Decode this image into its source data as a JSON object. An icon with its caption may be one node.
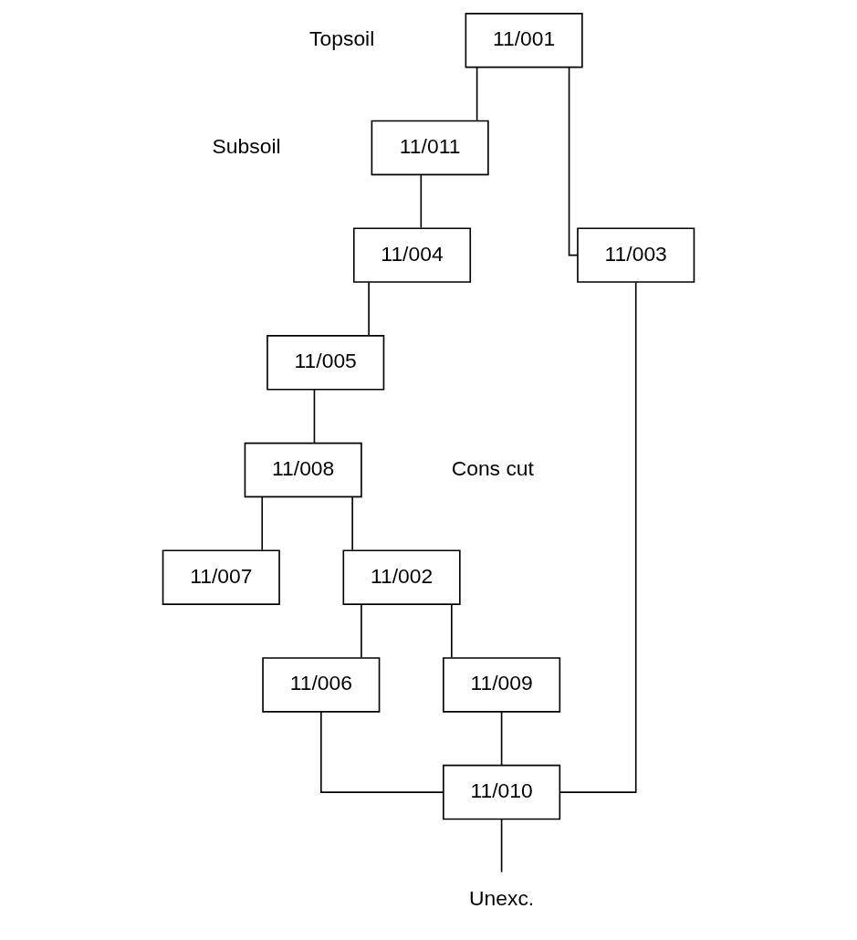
{
  "diagram": {
    "nodes": [
      {
        "text": [
          "11/001"
        ]
      },
      {
        "text": [
          "11/011"
        ]
      },
      {
        "text": [
          "11/004"
        ]
      },
      {
        "text": [
          "11/005"
        ]
      },
      {
        "text": [
          "11/008"
        ]
      },
      {
        "text": [
          "11/002"
        ]
      },
      {
        "text": [
          "11/009"
        ]
      },
      {
        "text": [
          "11/006"
        ]
      },
      {
        "text": [
          "11/003"
        ]
      },
      {
        "text": [
          "11/007"
        ]
      },
      {
        "text": [
          "11/010"
        ]
      },
      {
        "text": [
          "Unexc."
        ]
      }
    ],
    "edges": [
      {
        "from": 0,
        "to": 1,
        "arrow": "none"
      },
      {
        "from": 0,
        "to": 8,
        "arrow": "none"
      },
      {
        "from": 1,
        "to": 2,
        "arrow": "none"
      },
      {
        "from": 2,
        "to": 3,
        "arrow": "none"
      },
      {
        "from": 3,
        "to": 4,
        "arrow": "none"
      },
      {
        "from": 4,
        "to": 9,
        "arrow": "none"
      },
      {
        "from": 4,
        "to": 5,
        "arrow": "none"
      },
      {
        "from": 5,
        "to": 6,
        "arrow": "none"
      },
      {
        "from": 5,
        "to": 7,
        "arrow": "none"
      },
      {
        "from": 6,
        "to": 10,
        "arrow": "none"
      },
      {
        "from": 7,
        "to": 10,
        "arrow": "none"
      },
      {
        "from": 8,
        "to": 10,
        "arrow": "none"
      },
      {
        "from": 10,
        "to": 11,
        "arrow": "none"
      }
    ],
    "labels": [
      "Topsoil",
      "Subsoil",
      "Cons cut"
    ]
  }
}
